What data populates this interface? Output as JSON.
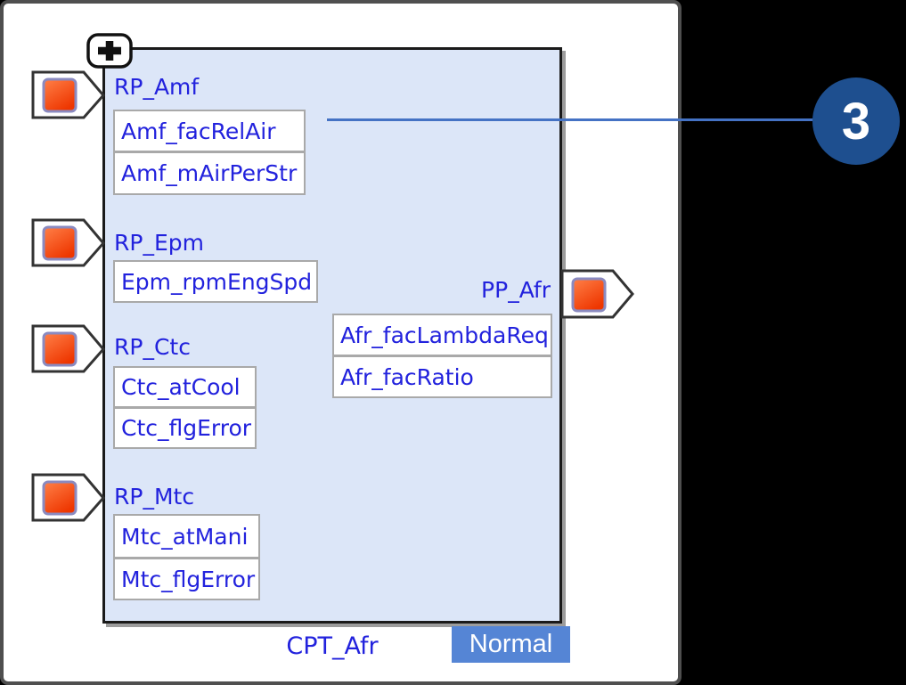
{
  "component": {
    "name": "CPT_Afr",
    "mode_badge": "Normal",
    "ports_left": [
      {
        "name": "RP_Amf",
        "signals": [
          "Amf_facRelAir",
          "Amf_mAirPerStr"
        ]
      },
      {
        "name": "RP_Epm",
        "signals": [
          "Epm_rpmEngSpd"
        ]
      },
      {
        "name": "RP_Ctc",
        "signals": [
          "Ctc_atCool",
          "Ctc_flgError"
        ]
      },
      {
        "name": "RP_Mtc",
        "signals": [
          "Mtc_atMani",
          "Mtc_flgError"
        ]
      }
    ],
    "port_right": {
      "name": "PP_Afr",
      "signals": [
        "Afr_facLambdaReq",
        "Afr_facRatio"
      ]
    }
  },
  "callout": {
    "number": "3"
  },
  "icons": {
    "expand": "plus-icon",
    "connector": "orange-square-flag-icon"
  },
  "colors": {
    "canvas_bg": "#000000",
    "panel_border": "#4f4f4f",
    "block_fill": "#dce6f8",
    "block_border": "#1a1a1a",
    "box_border": "#a9a9a9",
    "text_blue": "#2222dd",
    "badge_bg": "#5585d5",
    "badge_text": "#ffffff",
    "circle_bg": "#1e4f8f",
    "line_blue": "#4472c4",
    "flag_border": "#333333"
  }
}
